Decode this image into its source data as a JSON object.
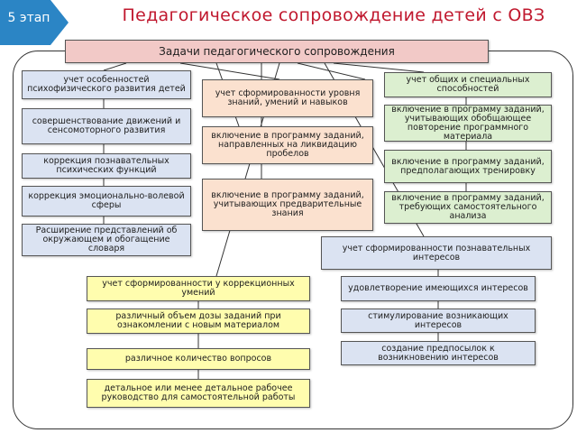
{
  "stage_badge": "5 этап",
  "title": "Педагогическое сопровождение детей с ОВЗ",
  "header": "Задачи педагогического сопровождения",
  "left_column": [
    "учет особенностей психофизического развития детей",
    "совершенствование движений и сенсомоторного развития",
    "коррекция познавательных психических функций",
    "коррекция эмоционально-волевой сферы",
    "Расширение представлений об окружающем и обогащение словаря"
  ],
  "center_column": [
    "учет сформированности уровня знаний, умений и навыков",
    "включение в программу заданий, направленных на ликвидацию пробелов",
    "включение в программу заданий, учитывающих предварительные знания"
  ],
  "right_column": [
    "учет общих и специальных способностей",
    "включение в программу заданий, учитывающих обобщающее повторение программного материала",
    "включение в программу заданий, предполагающих тренировку",
    "включение в программу заданий, требующих самостоятельного анализа"
  ],
  "interests_head": "учет сформированности познавательных интересов",
  "interests_items": [
    "удовлетворение имеющихся интересов",
    "стимулирование возникающих интересов",
    "создание предпосылок к возникновению интересов"
  ],
  "correction_head": "учет сформированности у коррекционных умений",
  "correction_items": [
    "различный объем дозы заданий при ознакомлении с новым материалом",
    "различное количество вопросов",
    "детальное или менее детальное рабочее руководство для самостоятельной работы"
  ],
  "colors": {
    "title": "#c0182e",
    "stage_badge": "#2b85c5",
    "header_fill": "#f2c9c7",
    "left_fill": "#dbe3f2",
    "right_fill": "#dcefd0",
    "center_fill": "#fbe1cf",
    "yellow_fill": "#fffdae"
  }
}
